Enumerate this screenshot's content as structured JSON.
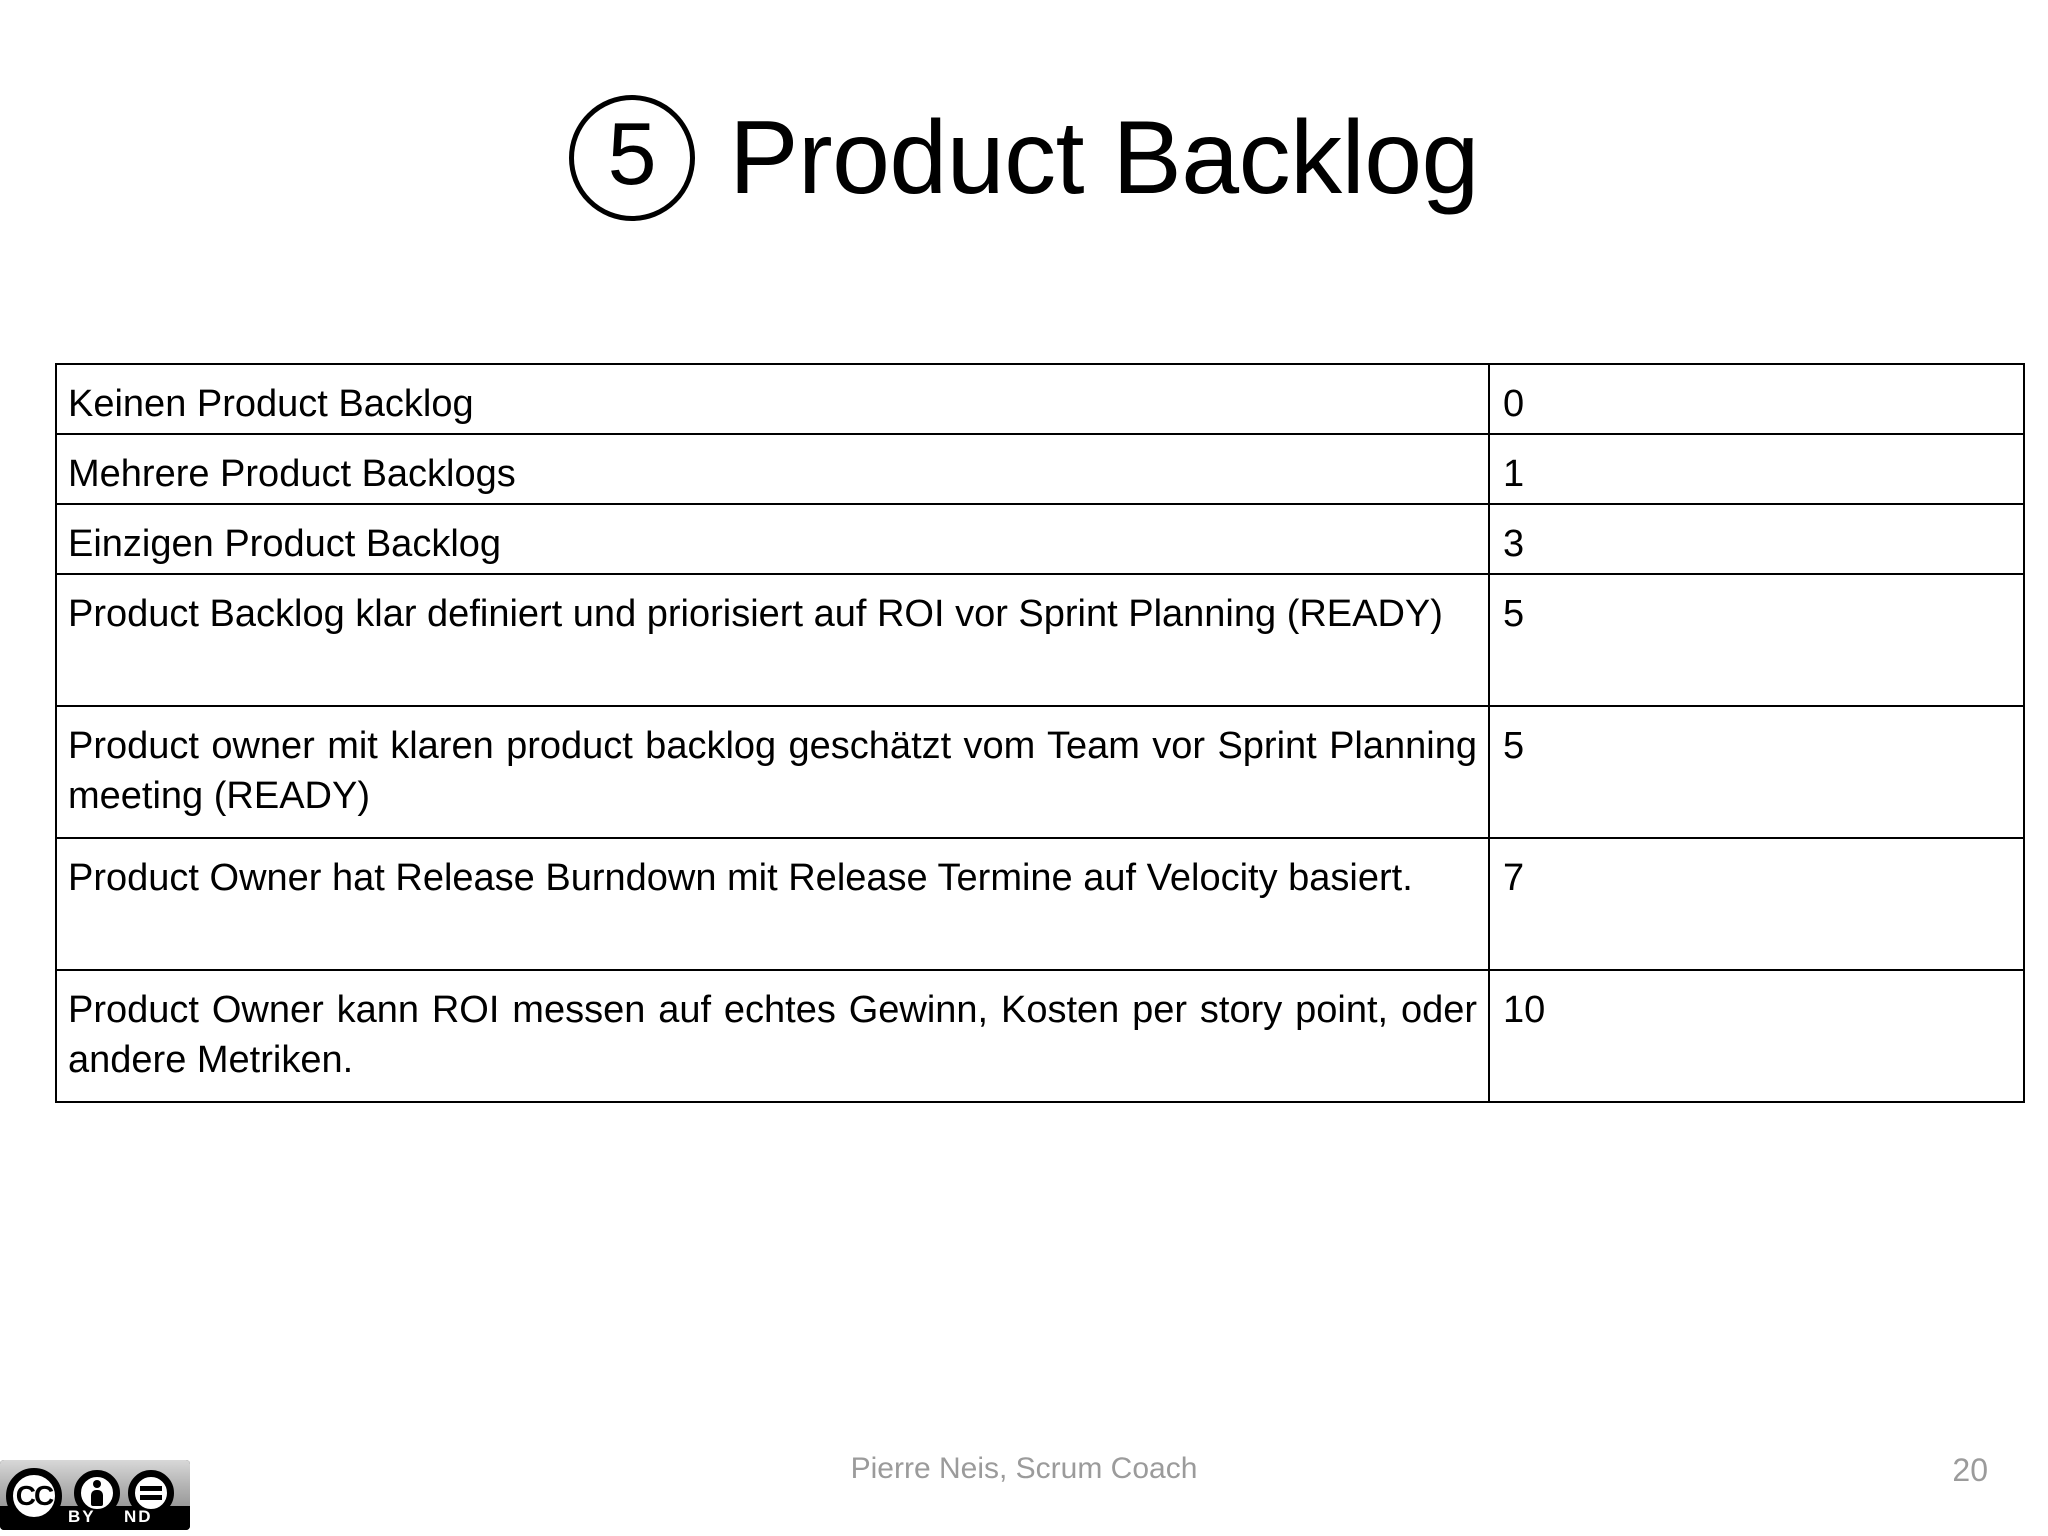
{
  "slide": {
    "title_number": "5",
    "title": "Product Backlog"
  },
  "table": {
    "rows": [
      {
        "item": "Keinen Product Backlog",
        "score": "0"
      },
      {
        "item": "Mehrere Product Backlogs",
        "score": "1"
      },
      {
        "item": "Einzigen Product Backlog",
        "score": "3"
      },
      {
        "item": "Product Backlog klar definiert und priorisiert auf ROI vor Sprint Planning (READY)",
        "score": "5"
      },
      {
        "item": "Product owner mit klaren product backlog geschätzt vom Team vor Sprint Planning meeting (READY)",
        "score": "5"
      },
      {
        "item": "Product Owner hat Release Burndown mit Release Termine auf Velocity basiert.",
        "score": "7"
      },
      {
        "item": "Product Owner kann ROI messen auf echtes Gewinn, Kosten per story point, oder andere Metriken.",
        "score": "10"
      }
    ]
  },
  "footer": {
    "author": "Pierre Neis, Scrum Coach",
    "page_number": "20"
  },
  "license": {
    "mark": "CC",
    "by_label": "BY",
    "nd_label": "ND"
  }
}
